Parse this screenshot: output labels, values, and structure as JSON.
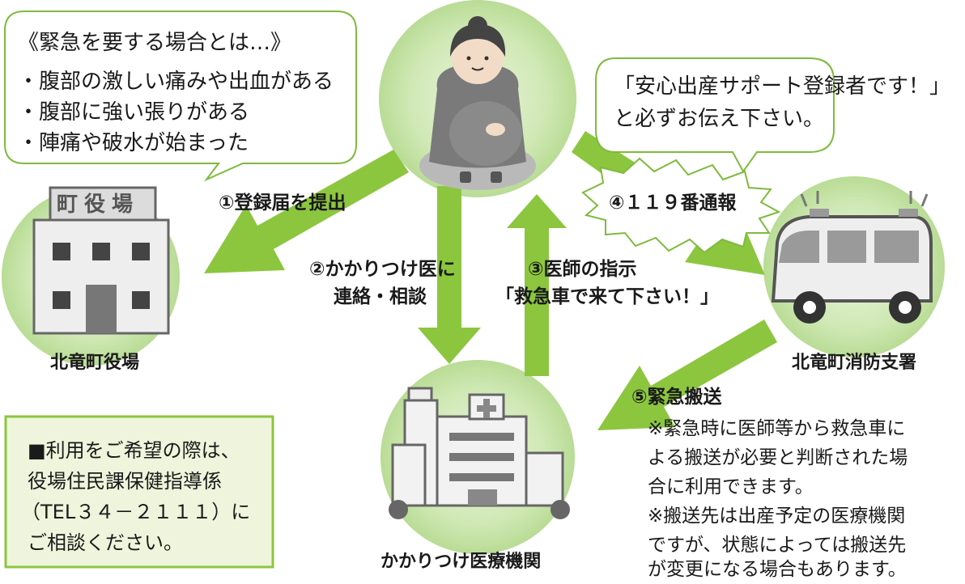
{
  "emergency_bubble": {
    "heading": "《緊急を要する場合とは…》",
    "items": [
      "・腹部の激しい痛みや出血がある",
      "・腹部に強い張りがある",
      "・陣痛や破水が始まった"
    ]
  },
  "call_bubble": {
    "line1": "「安心出産サポート登録者です！」",
    "line2": "と必ずお伝え下さい。"
  },
  "steps": {
    "step1": "①登録届を提出",
    "step2_line1": "②かかりつけ医に",
    "step2_line2": "連絡・相談",
    "step3_line1": "③医師の指示",
    "step3_line2": "「救急車で来て下さい！」",
    "step4": "④１１９番通報",
    "step5": "⑤緊急搬送"
  },
  "nodes": {
    "town_hall_sign": "町役場",
    "town_hall_label": "北竜町役場",
    "fire_station_label": "北竜町消防支署",
    "clinic_label": "かかりつけ医療機関"
  },
  "notes": [
    "※緊急時に医師等から救急車に",
    "よる搬送が必要と判断された場",
    "合に利用できます。",
    "※搬送先は出産予定の医療機関",
    "ですが、状態によっては搬送先",
    "が変更になる場合もあります。"
  ],
  "contact_box": {
    "line1": "■利用をご希望の際は、",
    "line2": "役場住民課保健指導係",
    "line3": "（TEL３４－２１１１）に",
    "line4": "ご相談ください。"
  },
  "colors": {
    "arrow_green": "#8cc63f",
    "circle_green": "#c5e4a6",
    "bubble_border": "#7dbb3c",
    "box_fill": "#eef5dc",
    "box_border": "#8cc63f"
  }
}
